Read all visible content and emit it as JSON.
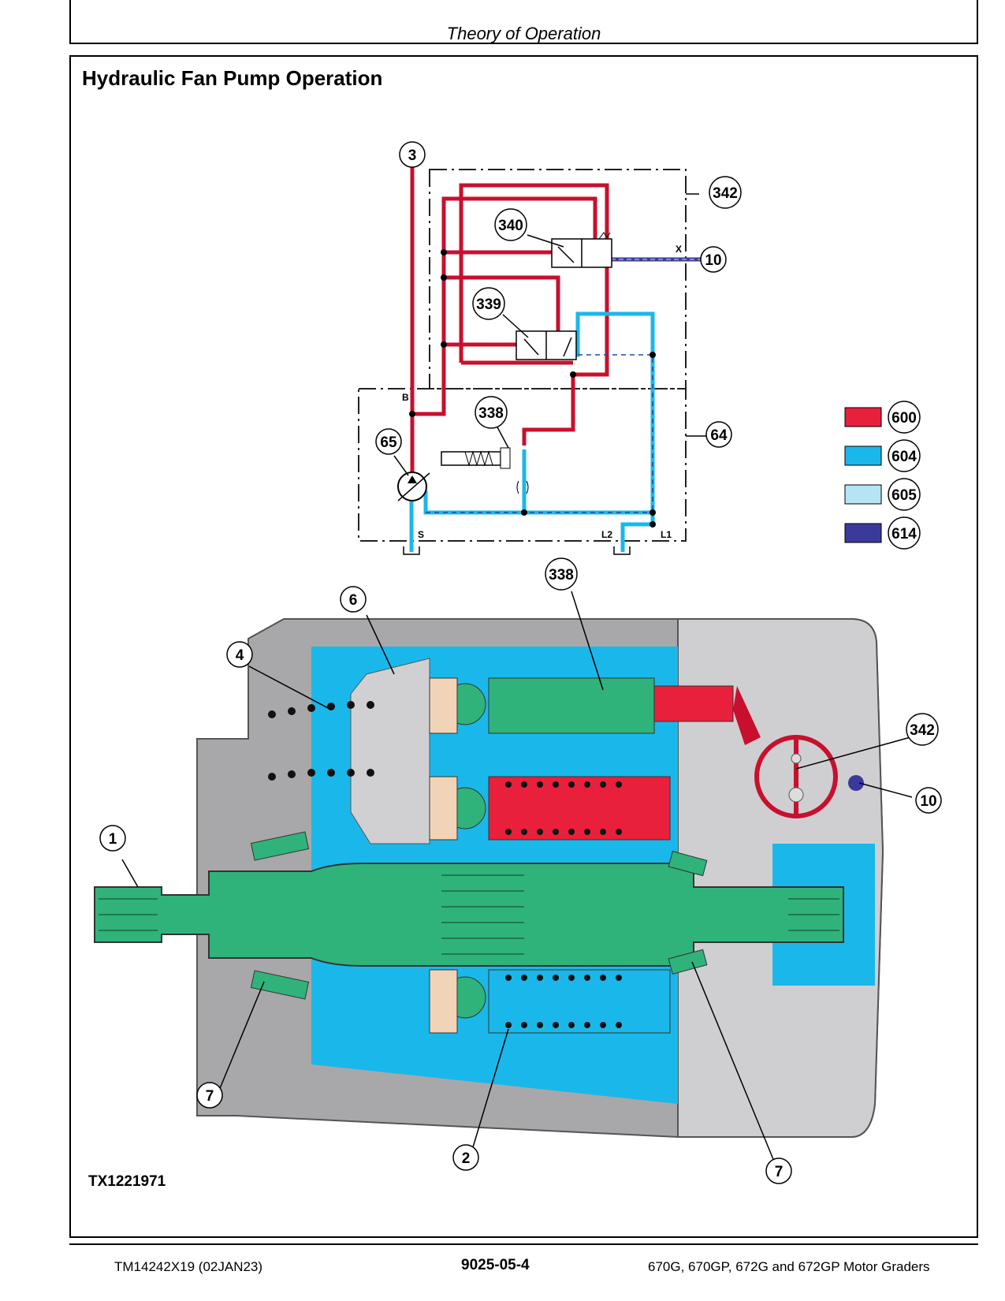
{
  "header": {
    "section": "Theory of Operation"
  },
  "section_title": "Hydraulic Fan Pump Operation",
  "figure": {
    "id": "TX1221971",
    "schematic_callouts": [
      "3",
      "342",
      "340",
      "10",
      "339",
      "338",
      "65",
      "64"
    ],
    "port_labels": {
      "b": "B",
      "x": "X",
      "s": "S",
      "l2": "L2",
      "l1": "L1"
    },
    "legend": [
      {
        "code": "600",
        "color": "#e8203c"
      },
      {
        "code": "604",
        "color": "#1ab8ea"
      },
      {
        "code": "605",
        "color": "#b5e4f5"
      },
      {
        "code": "614",
        "color": "#3a3a9c"
      }
    ],
    "cutaway_callouts": [
      "338",
      "6",
      "4",
      "342",
      "10",
      "1",
      "7",
      "2",
      "7"
    ]
  },
  "footer": {
    "doc": "TM14242X19 (02JAN23)",
    "page": "9025-05-4",
    "models": "670G, 670GP, 672G and 672GP Motor Graders"
  }
}
